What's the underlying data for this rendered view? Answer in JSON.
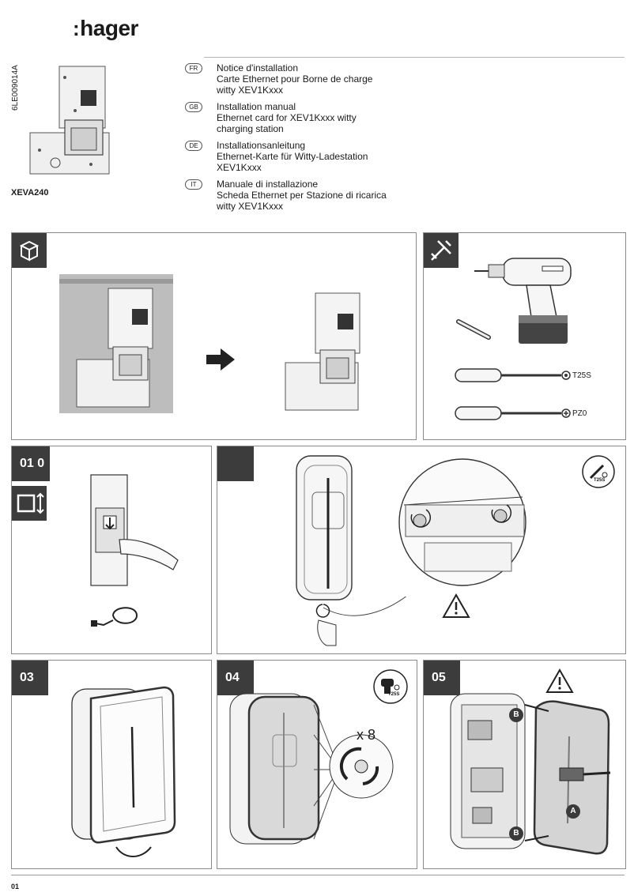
{
  "brand": {
    "dots": ":",
    "name": "hager"
  },
  "doc_ref": "6LE009014A",
  "model": "XEVA240",
  "languages": [
    {
      "code": "FR",
      "lines": [
        "Notice d'installation",
        "Carte Ethernet pour Borne de charge",
        "witty XEV1Kxxx"
      ]
    },
    {
      "code": "GB",
      "lines": [
        "Installation manual",
        "Ethernet card for XEV1Kxxx witty",
        "charging station"
      ]
    },
    {
      "code": "DE",
      "lines": [
        "Installationsanleitung",
        "Ethernet-Karte für Witty-Ladestation",
        "XEV1Kxxx"
      ]
    },
    {
      "code": "IT",
      "lines": [
        "Manuale di installazione",
        "Scheda Ethernet per Stazione di ricarica",
        "witty XEV1Kxxx"
      ]
    }
  ],
  "tools": {
    "screwdriver1": "T25S",
    "screwdriver2": "PZ0"
  },
  "steps": {
    "s1": "01 0",
    "s2_badge": "T25S",
    "s3": "03",
    "s4": "04",
    "s4_badge": "T25S",
    "s4_count": "x 8",
    "s5": "05",
    "s5_callouts": [
      "B",
      "A",
      "B"
    ]
  },
  "page_number": "01"
}
